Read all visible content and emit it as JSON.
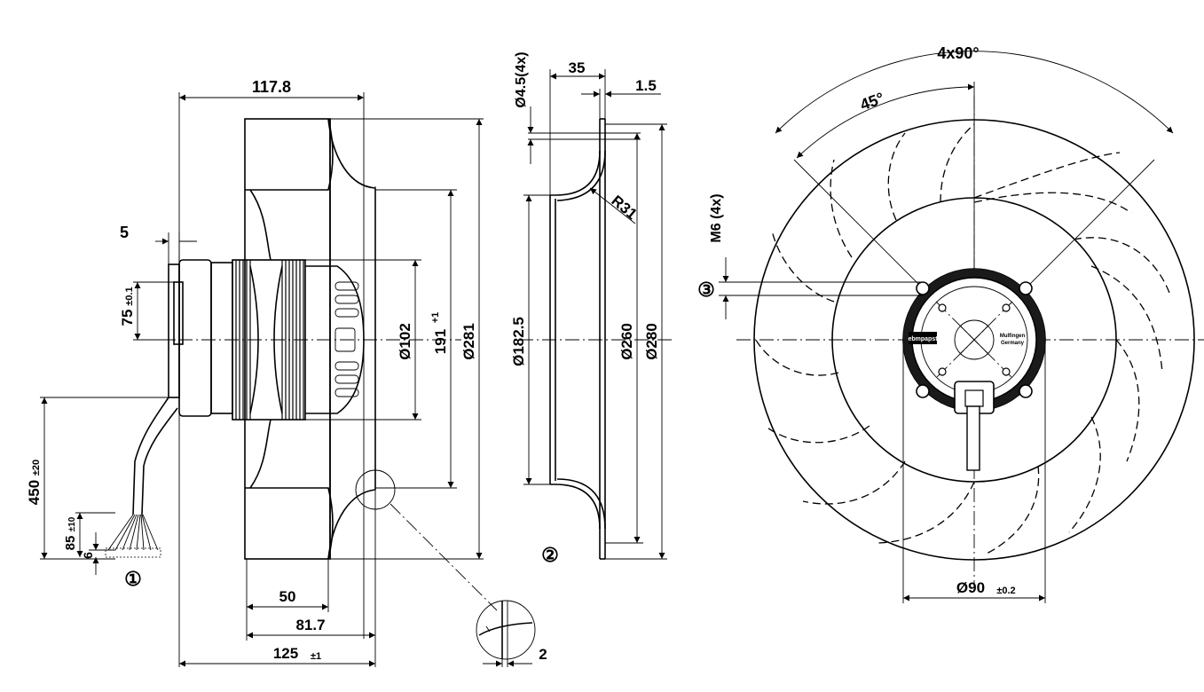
{
  "side_view": {
    "dim_depth": "117.8",
    "dim_plate": "5",
    "dim_75": "75",
    "tol_75": "±0.1",
    "dim_d102": "Ø102",
    "dim_191": "191",
    "tol_191": "+1",
    "dim_d281": "Ø281",
    "dim_450": "450",
    "tol_450": "±20",
    "dim_85": "85",
    "tol_85": "±10",
    "dim_6": "6",
    "dim_50": "50",
    "dim_81_7": "81.7",
    "dim_125": "125",
    "tol_125": "±1",
    "callout_1": "①"
  },
  "nozzle_view": {
    "dim_holes": "Ø4.5(4x)",
    "dim_35": "35",
    "dim_1_5": "1.5",
    "dim_r31": "R31",
    "dim_d182_5": "Ø182.5",
    "dim_d260": "Ø260",
    "dim_d280": "Ø280",
    "callout_2": "②",
    "detail_dim_2": "2"
  },
  "front_view": {
    "dim_4x90": "4x90°",
    "dim_45": "45°",
    "dim_m6": "M6 (4x)",
    "callout_3": "③",
    "dim_d90": "Ø90",
    "tol_d90": "±0.2",
    "brand_label": "ebmpapst",
    "origin_line1": "Mulfingen",
    "origin_line2": "Germany"
  }
}
